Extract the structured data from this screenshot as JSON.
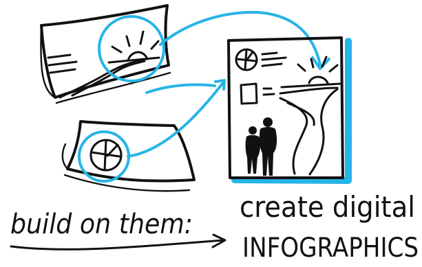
{
  "texts": {
    "build_on_them": "build on them:",
    "create_digital": "create digital",
    "infographics": "INFOGRAPHICS"
  },
  "colors": {
    "ink": "#111111",
    "accent": "#27b4e6",
    "background": "#ffffff"
  },
  "icons": {
    "sketch_card_top": "landscape-sketch-icon",
    "sketch_card_bottom": "pie-chart-sketch-icon",
    "infographic_poster": "infographic-poster-icon",
    "flow_arrows": "curved-arrow-icon"
  }
}
